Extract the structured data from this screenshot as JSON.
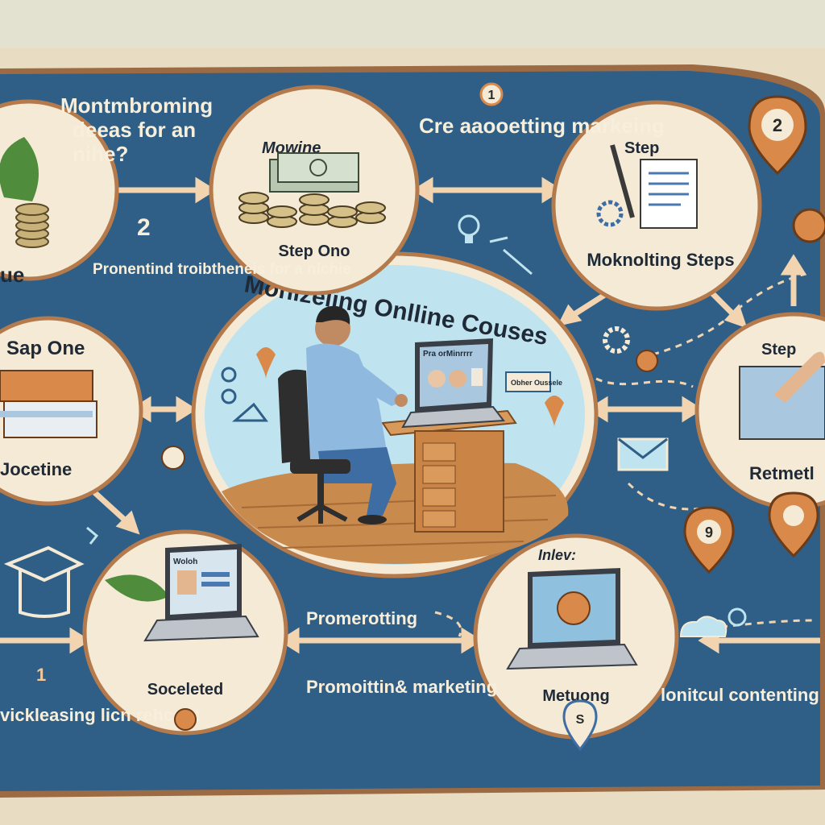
{
  "center": {
    "title": "Monizeiing Onlline Couses"
  },
  "nodes": {
    "top_left": {
      "label": "ue"
    },
    "top_mid": {
      "caption": "Mowine",
      "label": "Step Ono"
    },
    "top_right": {
      "caption": "Step",
      "label": "Moknolting Steps"
    },
    "mid_left": {
      "title": "Sap One",
      "label": "Jocetine"
    },
    "mid_right": {
      "caption": "Step",
      "label": "Retmetl"
    },
    "bottom_left": {
      "label": "Soceleted"
    },
    "bottom_mid": {
      "caption": "Inlev:",
      "label": "Metuong"
    }
  },
  "texts": {
    "top_left_question": "Montmbroming deeas for an nihe?",
    "top_center_text": "Cre aaooetting markeing",
    "mid_left_number": "2",
    "mid_left_text": "Pronentind troibtheneis for a nichie",
    "bottom_left_number": "1",
    "bottom_left_text": "vickleasing licn rehcent",
    "bottom_center_upper": "Promerotting",
    "bottom_center_lower": "Promoittin& marketing",
    "bottom_right_text": "lonitcul contenting",
    "top_badge": "1",
    "top_right_badge": "2",
    "right_pin_badge": "9",
    "bottom_pin_badge": "S",
    "laptop_screen_label": "Pra orMinrrrr",
    "laptop_sticker": "Obher Oussele",
    "bottom_left_laptop_label": "Woloh"
  },
  "colors": {
    "background": "#e8ddc2",
    "panel_blue": "#2f5f86",
    "node_fill": "#f4ead6",
    "node_border": "#b47a4c",
    "arrow": "#f2d4b0",
    "accent_orange": "#d98a4a",
    "center_sky": "#bfe3ef"
  },
  "icons": [
    "plant-icon",
    "coins-icon",
    "money-stack-icon",
    "pen-icon",
    "document-icon",
    "gear-icon",
    "books-icon",
    "laptop-icon",
    "person-at-desk-icon",
    "lightbulb-icon",
    "envelope-icon",
    "graduation-cap-icon",
    "location-pin-icon",
    "hand-writing-icon",
    "cloud-icon"
  ]
}
